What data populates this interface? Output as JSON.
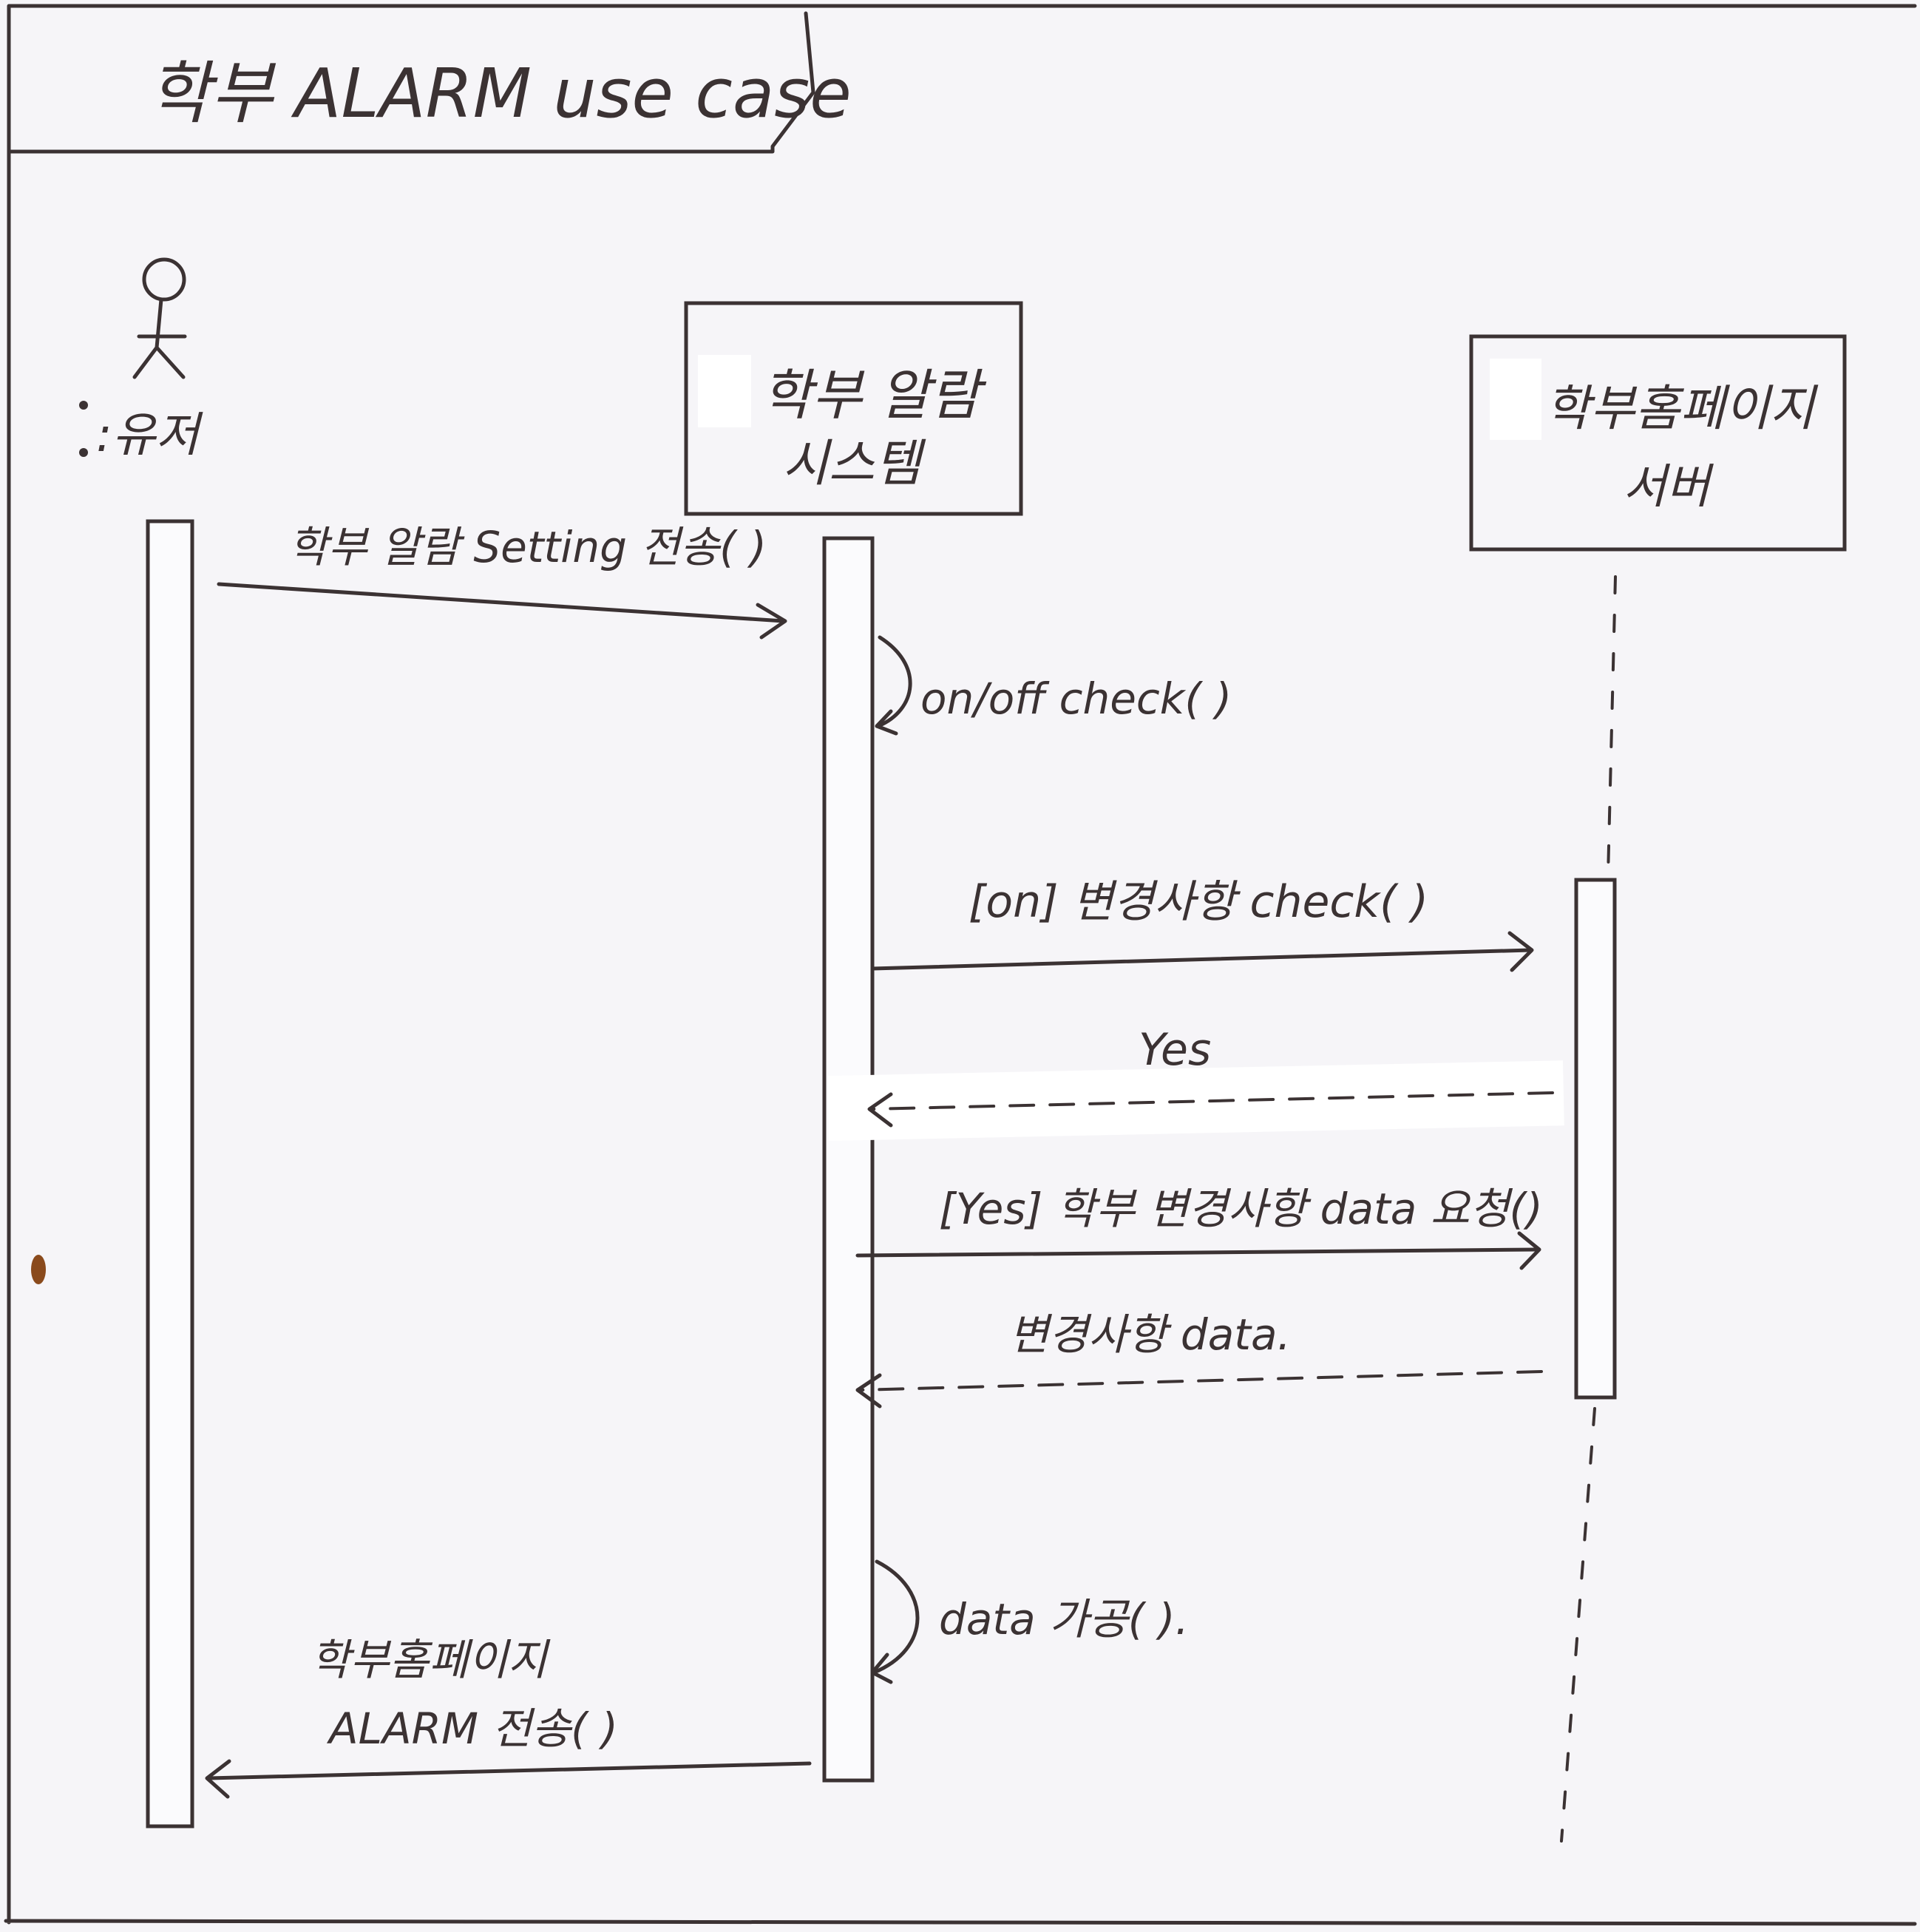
{
  "frame": {
    "title": "학부 ALARM use case"
  },
  "participants": [
    {
      "id": "user",
      "name": ":유저",
      "kind": "actor"
    },
    {
      "id": "system",
      "name_line1": "학부 알람",
      "name_line2": "시스템",
      "kind": "object"
    },
    {
      "id": "server",
      "name_line1": "학부홈페이지",
      "name_line2": "서버",
      "kind": "object"
    }
  ],
  "messages": [
    {
      "id": "m1",
      "from": "user",
      "to": "system",
      "label": "학부 알람 Setting 전송( )",
      "style": "sync"
    },
    {
      "id": "m2",
      "from": "system",
      "to": "system",
      "label": "on/off check( )",
      "style": "self"
    },
    {
      "id": "m3",
      "from": "system",
      "to": "server",
      "label": "[on] 변경사항 check( )",
      "style": "sync"
    },
    {
      "id": "m4",
      "from": "server",
      "to": "system",
      "label": "Yes",
      "style": "return"
    },
    {
      "id": "m5",
      "from": "system",
      "to": "server",
      "label": "[Yes] 학부 변경사항 data 요청()",
      "style": "sync"
    },
    {
      "id": "m6",
      "from": "server",
      "to": "system",
      "label": "변경사항 data.",
      "style": "return"
    },
    {
      "id": "m7",
      "from": "system",
      "to": "system",
      "label": "data 가공( ).",
      "style": "self"
    },
    {
      "id": "m8",
      "from": "system",
      "to": "user",
      "label_line1": "학부홈페이지",
      "label_line2": "ALARM 전송( )",
      "style": "sync"
    }
  ],
  "colors": {
    "ink": "#3b3233",
    "paper": "#f6f5f8",
    "stain": "#8a4a1c"
  }
}
